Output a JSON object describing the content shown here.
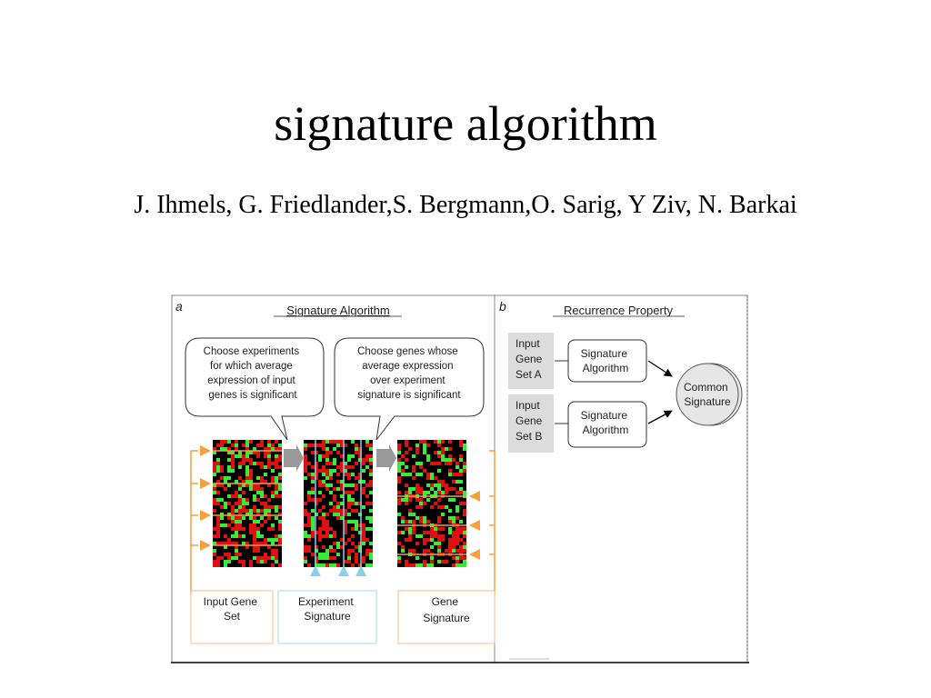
{
  "slide": {
    "title": "signature algorithm",
    "authors": "J. Ihmels, G. Friedlander,S. Bergmann,O. Sarig, Y Ziv, N. Barkai"
  },
  "figure": {
    "panel_a": {
      "letter": "a",
      "heading": "Signature Algorithm",
      "bubble_left": [
        "Choose experiments",
        "for which average",
        "expression of input",
        "genes is significant"
      ],
      "bubble_right": [
        "Choose genes whose",
        "average expression",
        "over experiment",
        "signature is significant"
      ],
      "box_input": [
        "Input Gene",
        "Set"
      ],
      "box_experiment": [
        "Experiment",
        "Signature"
      ],
      "box_gene": [
        "Gene",
        "Signature"
      ],
      "colors": {
        "orange": "#f5a03c",
        "lightblue": "#8ccdf0",
        "arrow_gray": "#999999",
        "heat_red": "#e01010",
        "heat_green": "#33ee33",
        "heat_black": "#000000"
      }
    },
    "panel_b": {
      "letter": "b",
      "heading": "Recurrence Property",
      "input_a": [
        "Input",
        "Gene",
        "Set A"
      ],
      "input_b": [
        "Input",
        "Gene",
        "Set B"
      ],
      "algo_a": [
        "Signature",
        "Algorithm"
      ],
      "algo_b": [
        "Signature",
        "Algorithm"
      ],
      "common": [
        "Common",
        "Signature"
      ]
    }
  }
}
